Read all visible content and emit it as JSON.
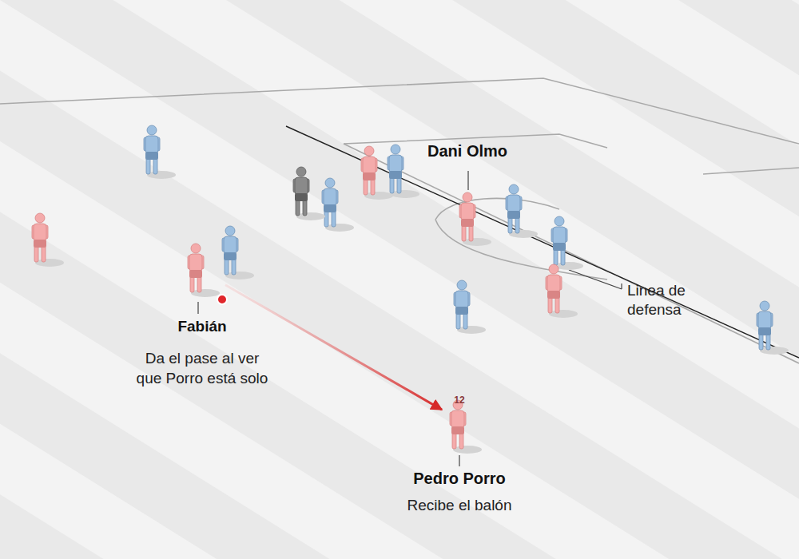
{
  "diagram": {
    "nodes": [
      {
        "text": [
          "Dani Olmo"
        ]
      },
      {
        "text": [
          "Fabián",
          "Da el pase al ver que Porro está solo"
        ]
      },
      {
        "text": [
          "12",
          "Pedro Porro",
          "Recibe el balón"
        ]
      }
    ],
    "edges": [
      {
        "from": 1,
        "to": 2,
        "arrow": "to"
      }
    ],
    "labels": [
      "Linea de defensa"
    ]
  }
}
